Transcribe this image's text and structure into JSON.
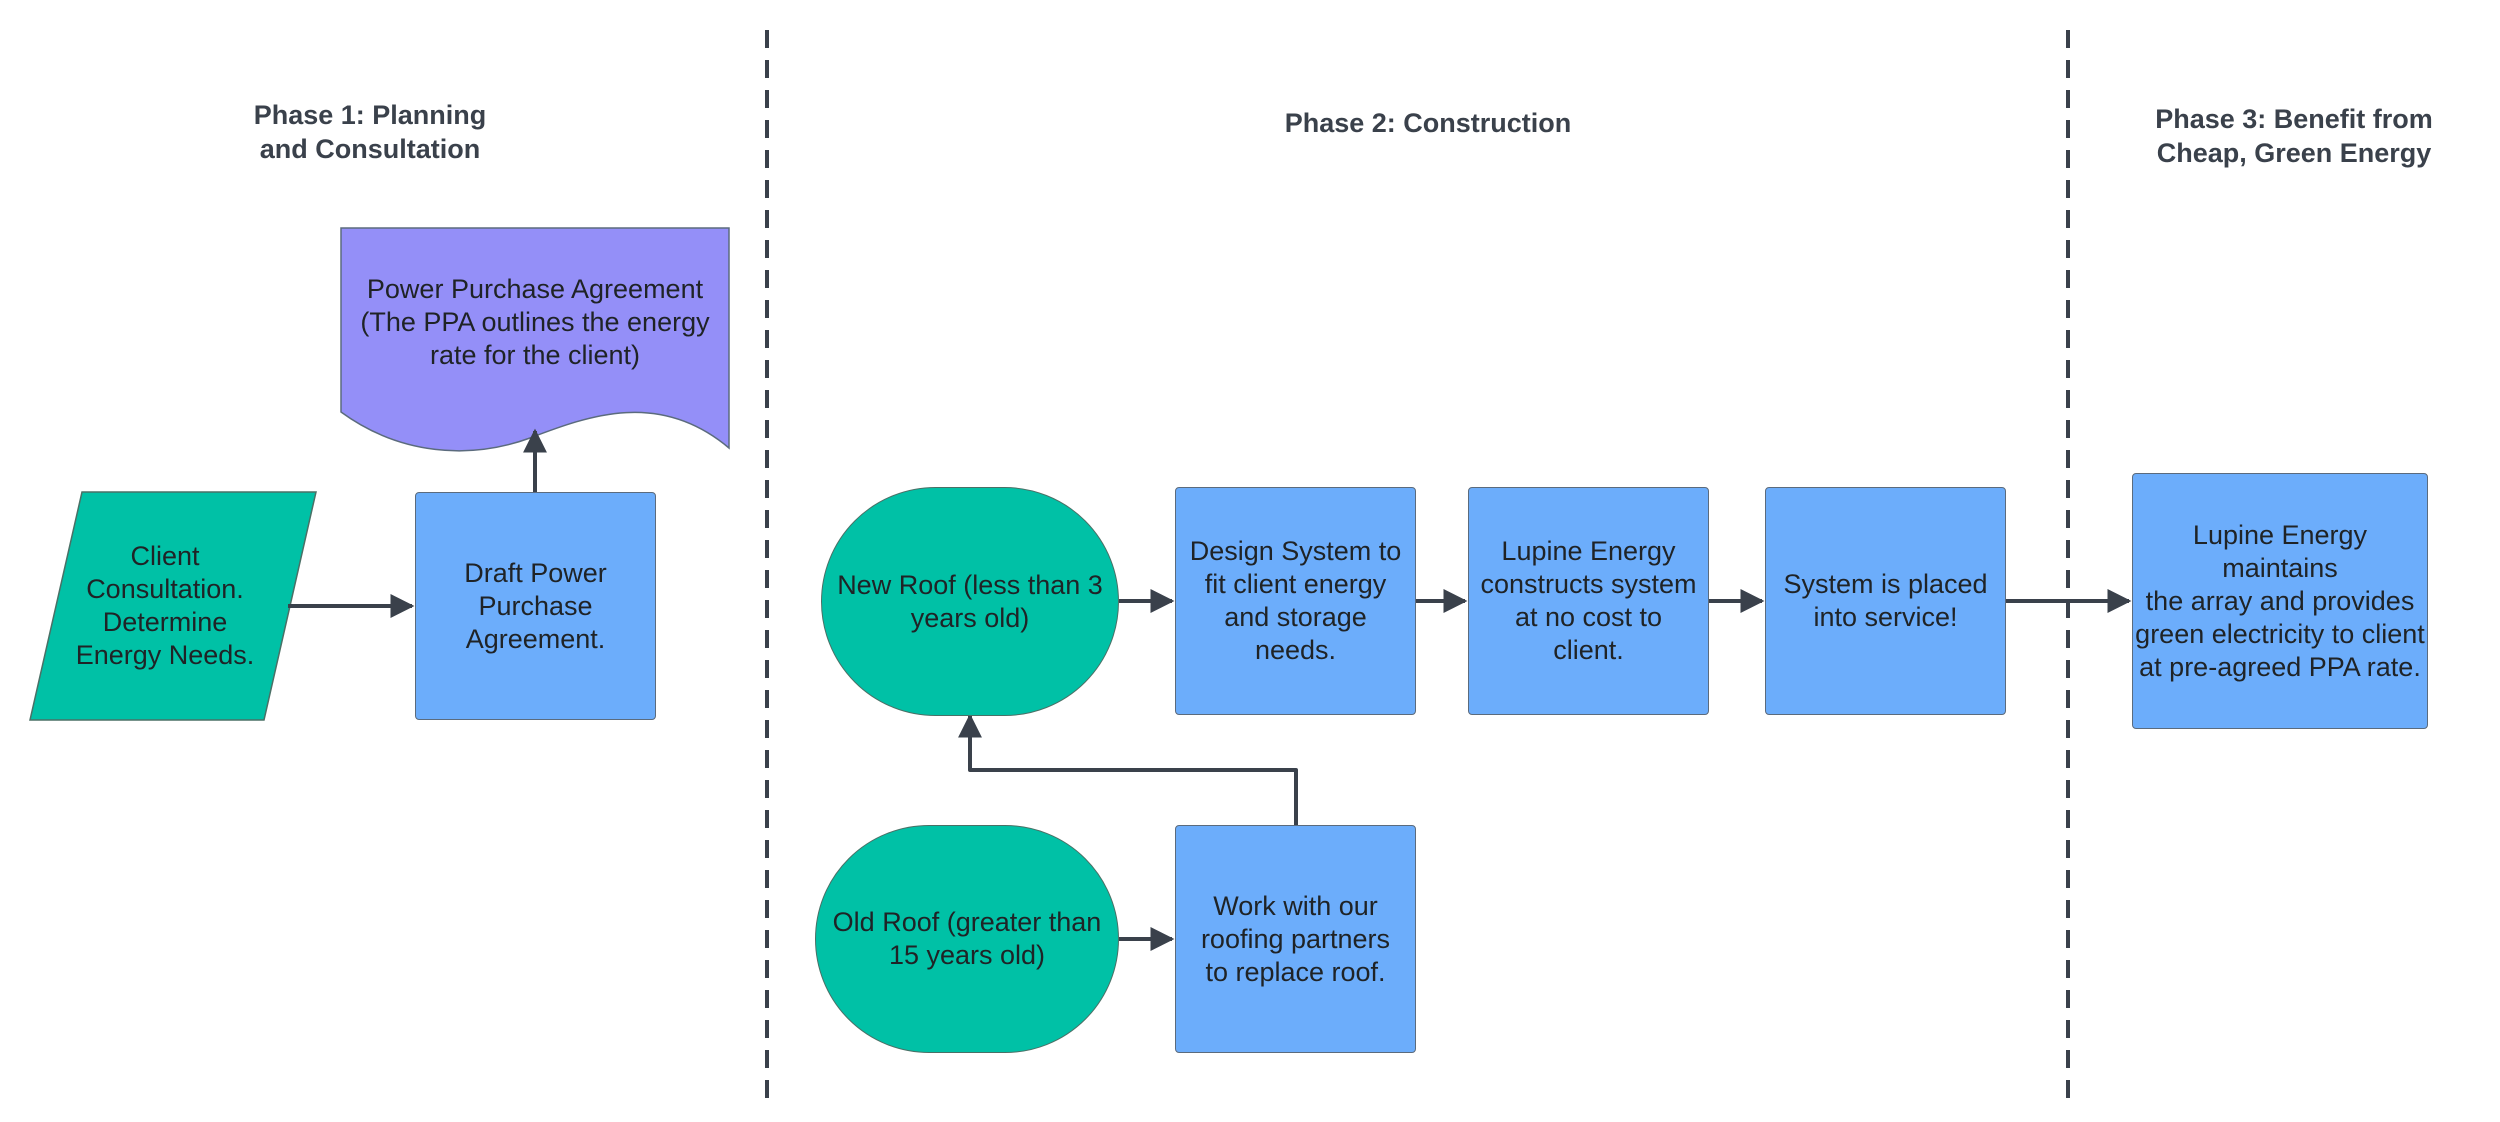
{
  "colors": {
    "teal": "#00c1a6",
    "blue": "#6cadfb",
    "purple": "#948ff8",
    "line": "#3a414b",
    "text": "#1f2326"
  },
  "phases": [
    {
      "id": "phase1",
      "title": "Phase 1: Planning\nand Consultation"
    },
    {
      "id": "phase2",
      "title": "Phase 2: Construction"
    },
    {
      "id": "phase3",
      "title": "Phase 3: Benefit from\nCheap, Green Energy"
    }
  ],
  "nodes": {
    "client_consultation": "Client\nConsultation.\nDetermine\nEnergy Needs.",
    "draft_ppa": "Draft Power\nPurchase\nAgreement.",
    "ppa_document": "Power Purchase Agreement\n(The PPA outlines the energy\nrate for the client)",
    "new_roof": "New Roof (less than 3\nyears old)",
    "old_roof": "Old Roof (greater than\n15 years old)",
    "replace_roof": "Work with our\nroofing partners\nto replace roof.",
    "design_system": "Design System to\nfit client energy\nand storage\nneeds.",
    "construct_system": "Lupine Energy\nconstructs system\nat no cost to\nclient.",
    "in_service": "System is placed\ninto service!",
    "maintain_array": "Lupine Energy maintains\nthe array and provides\ngreen electricity to client\nat pre-agreed PPA rate."
  }
}
